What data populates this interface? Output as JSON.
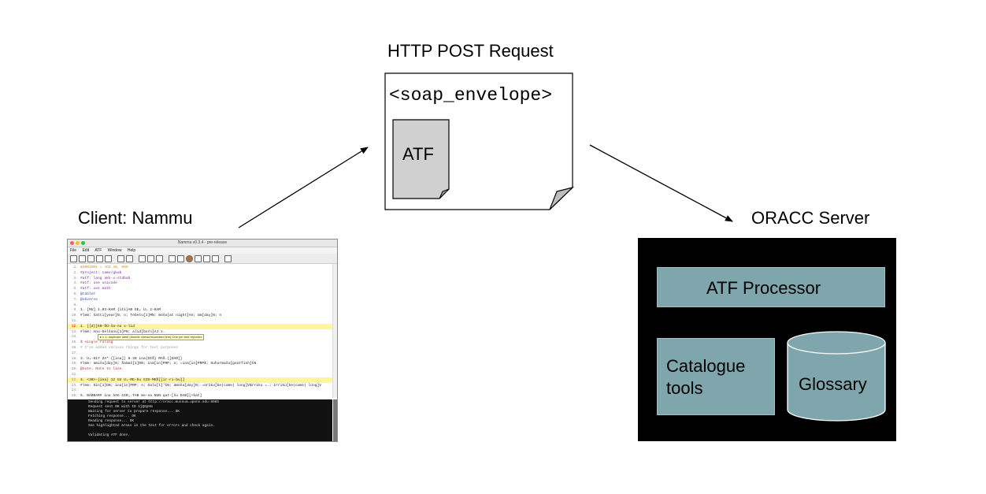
{
  "http_label": "HTTP POST Request",
  "envelope_text": "<soap_envelope>",
  "atf_doc_label": "ATF",
  "client_label": "Client: Nammu",
  "server_label": "ORACC Server",
  "atf_processor_label": "ATF Processor",
  "catalogue_label_line1": "Catalogue",
  "catalogue_label_line2": "tools",
  "glossary_label": "Glossary",
  "colors": {
    "server_bg": "#000000",
    "component_fill": "#7fa6ac",
    "doc_fill": "#d0d0d0"
  },
  "nammu": {
    "window_title": "Nammu v0.3.4 - pre-release",
    "menu": [
      "File",
      "Edit",
      "ATF",
      "Window",
      "Help"
    ],
    "lines": [
      {
        "n": "1.",
        "t": "&X001001 = JCS 48, 089",
        "c": "#d98a00"
      },
      {
        "n": "2.",
        "t": "#project: cams/gkab",
        "c": "#7a2a9a"
      },
      {
        "n": "3.",
        "t": "#atf: lang akk-x-stdbab",
        "c": "#7a2a9a"
      },
      {
        "n": "4.",
        "t": "#atf: use unicode",
        "c": "#7a2a9a"
      },
      {
        "n": "5.",
        "t": "#atf: use math",
        "c": "#7a2a9a"
      },
      {
        "n": "6.",
        "t": "@tablet",
        "c": "#2a4ab8"
      },
      {
        "n": "7.",
        "t": "@obverse",
        "c": "#2a4ab8"
      },
      {
        "n": "8.",
        "t": "",
        "c": "#222"
      },
      {
        "n": "9.",
        "t": "1.      [MU] 1.03-KAM {iti}AB GE₆ U₄ 2-KAM",
        "c": "#222"
      },
      {
        "n": "10.",
        "t": "#lem: šatti[year]N; n; Ṭebetu[1]MN; mūša[at night]AV; ūm[day]N; n",
        "c": "#222"
      },
      {
        "n": "11.",
        "t": "",
        "c": "#222"
      },
      {
        "n": "12.",
        "t": "1.      [{d}]60-ŠÚ-ša-nu x-lid",
        "c": "#222",
        "hl": true,
        "err": true
      },
      {
        "n": "13.",
        "t": "#lem: Anu-belšunu[1]PN; alid[born]AJ x.",
        "c": "#222"
      },
      {
        "n": "14.",
        "t": "",
        "c": "#222"
      },
      {
        "n": "15.",
        "t": "$ single ruling",
        "c": "#b03030"
      },
      {
        "n": "16.",
        "t": "# I've added various things for test purposes",
        "c": "#999"
      },
      {
        "n": "17.",
        "t": "",
        "c": "#222"
      },
      {
        "n": "18.",
        "t": "3.      U₄-817 ZA* {[ina]} 9.30 ina{DIŠ} MAŠ.{[DAR]}",
        "c": "#222"
      },
      {
        "n": "19.",
        "t": "#lem: ūmišu[day]N; Šamaš[1]DN; ina[in]PRP; n; =ina[in]PRP$; Suhurmašu[goatfish]CN",
        "c": "#222"
      },
      {
        "n": "20.",
        "t": "@note: Note to line.",
        "c": "#b03030"
      },
      {
        "n": "21.",
        "t": "",
        "c": "#222"
      },
      {
        "n": "22.",
        "t": "4.      <30>-{ina} 12 GU U₄-ME-bu GID-MEŠ[[ir-ri-bu]]",
        "c": "#222",
        "hl": true
      },
      {
        "n": "23.",
        "t": "#lem: Sin[1]DN; ina[in]PRP; n; Galu[1]'CN; ūmūšu[day]N; =ūrīku[be(come) long]V$rriku =.; īrriku[be(come) long]V",
        "c": "#222"
      },
      {
        "n": "24.",
        "t": "",
        "c": "#222"
      },
      {
        "n": "25.",
        "t": "5.      BABBAR# ina SAG GIR₂.TAB me-na NUN qat-[šu DAB][+bat]",
        "c": "#222"
      }
    ],
    "tooltip": "▸ x 1: duplicate label (double check/reconciled line) One per text reported",
    "console": [
      "Sending request to server at http://oracc.museum.upenn.edu:8085",
      "Request sent OK with ID 1jQ6pHm",
      "Waiting for server to prepare response... OK",
      "Fetching response... OK",
      "Reading response... OK",
      "See highlighted areas in the text for errors and check again.",
      "",
      "Validating ATF done."
    ]
  }
}
